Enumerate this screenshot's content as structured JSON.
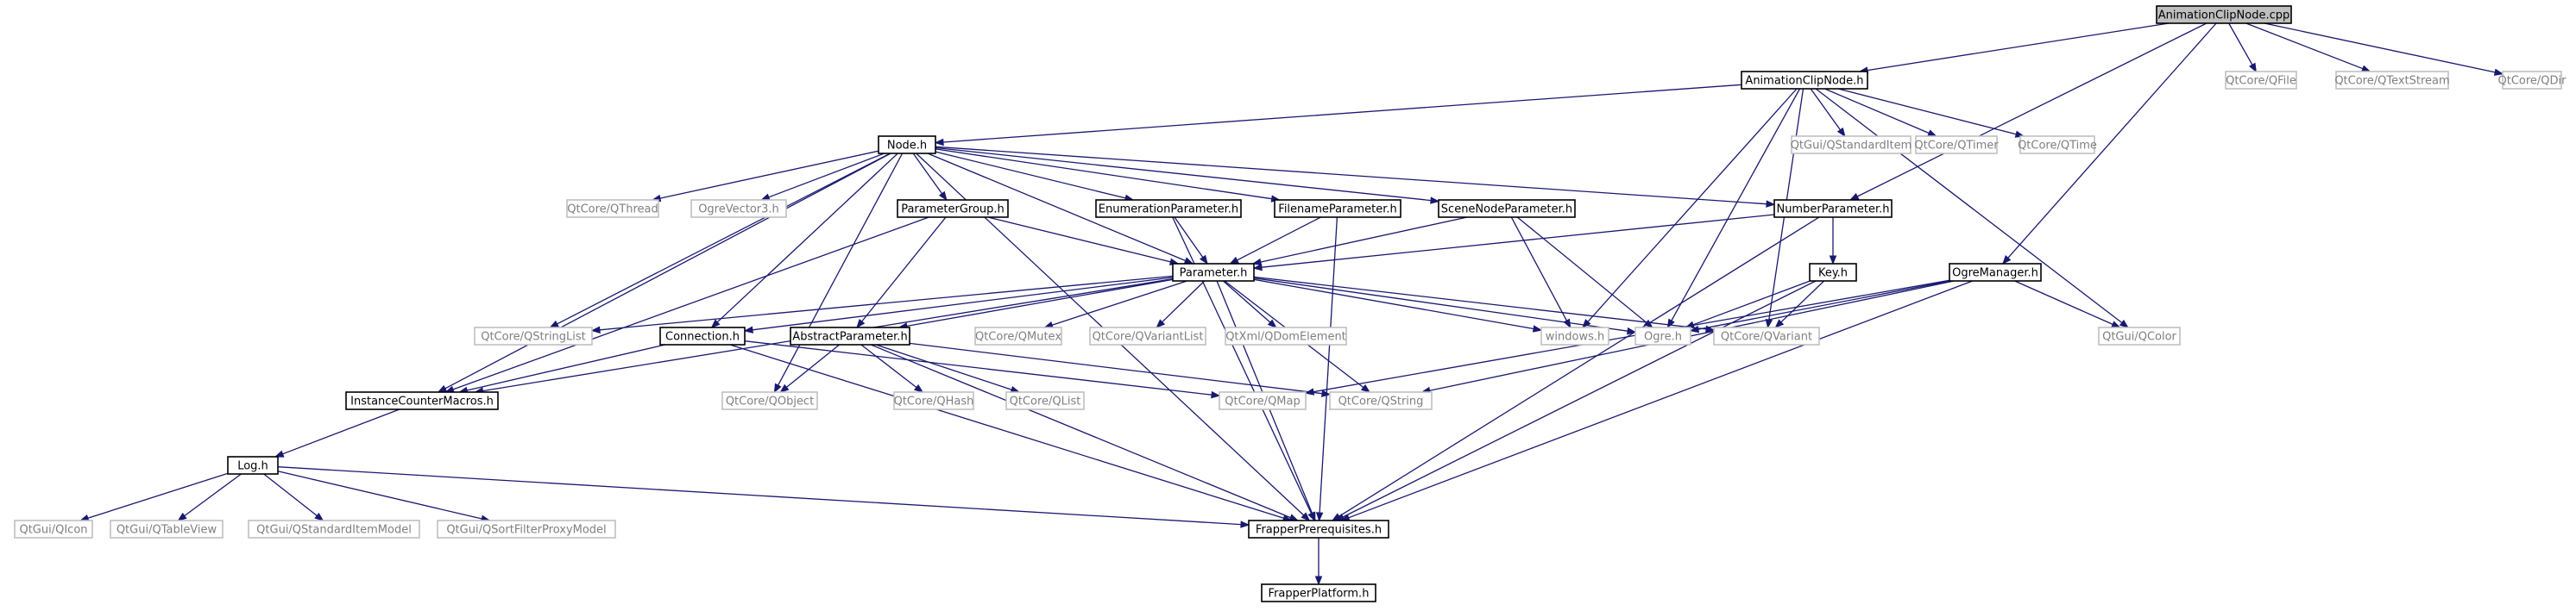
{
  "graph": {
    "nodes": [
      {
        "id": "AnimationClipNode.cpp",
        "label": "AnimationClipNode.cpp",
        "kind": "main"
      },
      {
        "id": "AnimationClipNode.h",
        "label": "AnimationClipNode.h",
        "kind": "local"
      },
      {
        "id": "QFile",
        "label": "QtCore/QFile",
        "kind": "ext"
      },
      {
        "id": "QTextStream",
        "label": "QtCore/QTextStream",
        "kind": "ext"
      },
      {
        "id": "QDir",
        "label": "QtCore/QDir",
        "kind": "ext"
      },
      {
        "id": "Node.h",
        "label": "Node.h",
        "kind": "local"
      },
      {
        "id": "QStandardItem",
        "label": "QtGui/QStandardItem",
        "kind": "ext"
      },
      {
        "id": "QTimer",
        "label": "QtCore/QTimer",
        "kind": "ext"
      },
      {
        "id": "QTime",
        "label": "QtCore/QTime",
        "kind": "ext"
      },
      {
        "id": "QThread",
        "label": "QtCore/QThread",
        "kind": "ext"
      },
      {
        "id": "OgreVector3.h",
        "label": "OgreVector3.h",
        "kind": "ext"
      },
      {
        "id": "ParameterGroup.h",
        "label": "ParameterGroup.h",
        "kind": "local"
      },
      {
        "id": "EnumerationParameter.h",
        "label": "EnumerationParameter.h",
        "kind": "local"
      },
      {
        "id": "FilenameParameter.h",
        "label": "FilenameParameter.h",
        "kind": "local"
      },
      {
        "id": "SceneNodeParameter.h",
        "label": "SceneNodeParameter.h",
        "kind": "local"
      },
      {
        "id": "NumberParameter.h",
        "label": "NumberParameter.h",
        "kind": "local"
      },
      {
        "id": "Parameter.h",
        "label": "Parameter.h",
        "kind": "local"
      },
      {
        "id": "Key.h",
        "label": "Key.h",
        "kind": "local"
      },
      {
        "id": "OgreManager.h",
        "label": "OgreManager.h",
        "kind": "local"
      },
      {
        "id": "QStringList",
        "label": "QtCore/QStringList",
        "kind": "ext"
      },
      {
        "id": "Connection.h",
        "label": "Connection.h",
        "kind": "local"
      },
      {
        "id": "AbstractParameter.h",
        "label": "AbstractParameter.h",
        "kind": "local"
      },
      {
        "id": "QMutex",
        "label": "QtCore/QMutex",
        "kind": "ext"
      },
      {
        "id": "QVariantList",
        "label": "QtCore/QVariantList",
        "kind": "ext"
      },
      {
        "id": "QDomElement",
        "label": "QtXml/QDomElement",
        "kind": "ext"
      },
      {
        "id": "windows.h",
        "label": "windows.h",
        "kind": "ext"
      },
      {
        "id": "Ogre.h",
        "label": "Ogre.h",
        "kind": "ext"
      },
      {
        "id": "QVariant",
        "label": "QtCore/QVariant",
        "kind": "ext"
      },
      {
        "id": "QColor",
        "label": "QtGui/QColor",
        "kind": "ext"
      },
      {
        "id": "InstanceCounterMacros.h",
        "label": "InstanceCounterMacros.h",
        "kind": "local"
      },
      {
        "id": "QObject",
        "label": "QtCore/QObject",
        "kind": "ext"
      },
      {
        "id": "QHash",
        "label": "QtCore/QHash",
        "kind": "ext"
      },
      {
        "id": "QList",
        "label": "QtCore/QList",
        "kind": "ext"
      },
      {
        "id": "QMap",
        "label": "QtCore/QMap",
        "kind": "ext"
      },
      {
        "id": "QString",
        "label": "QtCore/QString",
        "kind": "ext"
      },
      {
        "id": "Log.h",
        "label": "Log.h",
        "kind": "local"
      },
      {
        "id": "QIcon",
        "label": "QtGui/QIcon",
        "kind": "ext"
      },
      {
        "id": "QTableView",
        "label": "QtGui/QTableView",
        "kind": "ext"
      },
      {
        "id": "QStandardItemModel",
        "label": "QtGui/QStandardItemModel",
        "kind": "ext"
      },
      {
        "id": "QSortFilterProxyModel",
        "label": "QtGui/QSortFilterProxyModel",
        "kind": "ext"
      },
      {
        "id": "FrapperPrerequisites.h",
        "label": "FrapperPrerequisites.h",
        "kind": "local"
      },
      {
        "id": "FrapperPlatform.h",
        "label": "FrapperPlatform.h",
        "kind": "local"
      }
    ],
    "edges": [
      [
        "AnimationClipNode.cpp",
        "AnimationClipNode.h"
      ],
      [
        "AnimationClipNode.cpp",
        "QFile"
      ],
      [
        "AnimationClipNode.cpp",
        "QTextStream"
      ],
      [
        "AnimationClipNode.cpp",
        "QDir"
      ],
      [
        "AnimationClipNode.cpp",
        "NumberParameter.h"
      ],
      [
        "AnimationClipNode.cpp",
        "OgreManager.h"
      ],
      [
        "AnimationClipNode.h",
        "Node.h"
      ],
      [
        "AnimationClipNode.h",
        "QStandardItem"
      ],
      [
        "AnimationClipNode.h",
        "QTimer"
      ],
      [
        "AnimationClipNode.h",
        "QTime"
      ],
      [
        "AnimationClipNode.h",
        "QColor"
      ],
      [
        "AnimationClipNode.h",
        "windows.h"
      ],
      [
        "AnimationClipNode.h",
        "Ogre.h"
      ],
      [
        "AnimationClipNode.h",
        "QVariant"
      ],
      [
        "Node.h",
        "QThread"
      ],
      [
        "Node.h",
        "OgreVector3.h"
      ],
      [
        "Node.h",
        "ParameterGroup.h"
      ],
      [
        "Node.h",
        "EnumerationParameter.h"
      ],
      [
        "Node.h",
        "FilenameParameter.h"
      ],
      [
        "Node.h",
        "SceneNodeParameter.h"
      ],
      [
        "Node.h",
        "NumberParameter.h"
      ],
      [
        "Node.h",
        "Parameter.h"
      ],
      [
        "Node.h",
        "QStringList"
      ],
      [
        "Node.h",
        "Connection.h"
      ],
      [
        "Node.h",
        "InstanceCounterMacros.h"
      ],
      [
        "Node.h",
        "QObject"
      ],
      [
        "Node.h",
        "FrapperPrerequisites.h"
      ],
      [
        "ParameterGroup.h",
        "Parameter.h"
      ],
      [
        "ParameterGroup.h",
        "AbstractParameter.h"
      ],
      [
        "ParameterGroup.h",
        "InstanceCounterMacros.h"
      ],
      [
        "EnumerationParameter.h",
        "Parameter.h"
      ],
      [
        "EnumerationParameter.h",
        "FrapperPrerequisites.h"
      ],
      [
        "FilenameParameter.h",
        "Parameter.h"
      ],
      [
        "FilenameParameter.h",
        "FrapperPrerequisites.h"
      ],
      [
        "SceneNodeParameter.h",
        "Parameter.h"
      ],
      [
        "SceneNodeParameter.h",
        "windows.h"
      ],
      [
        "SceneNodeParameter.h",
        "Ogre.h"
      ],
      [
        "NumberParameter.h",
        "Parameter.h"
      ],
      [
        "NumberParameter.h",
        "Key.h"
      ],
      [
        "NumberParameter.h",
        "FrapperPrerequisites.h"
      ],
      [
        "Key.h",
        "Ogre.h"
      ],
      [
        "Key.h",
        "QVariant"
      ],
      [
        "Key.h",
        "FrapperPrerequisites.h"
      ],
      [
        "OgreManager.h",
        "Ogre.h"
      ],
      [
        "OgreManager.h",
        "QColor"
      ],
      [
        "OgreManager.h",
        "QMap"
      ],
      [
        "OgreManager.h",
        "QString"
      ],
      [
        "OgreManager.h",
        "FrapperPrerequisites.h"
      ],
      [
        "Parameter.h",
        "QStringList"
      ],
      [
        "Parameter.h",
        "Connection.h"
      ],
      [
        "Parameter.h",
        "AbstractParameter.h"
      ],
      [
        "Parameter.h",
        "QMutex"
      ],
      [
        "Parameter.h",
        "QVariantList"
      ],
      [
        "Parameter.h",
        "QDomElement"
      ],
      [
        "Parameter.h",
        "windows.h"
      ],
      [
        "Parameter.h",
        "Ogre.h"
      ],
      [
        "Parameter.h",
        "QVariant"
      ],
      [
        "Parameter.h",
        "InstanceCounterMacros.h"
      ],
      [
        "Parameter.h",
        "QString"
      ],
      [
        "Parameter.h",
        "FrapperPrerequisites.h"
      ],
      [
        "Connection.h",
        "InstanceCounterMacros.h"
      ],
      [
        "Connection.h",
        "QMap"
      ],
      [
        "Connection.h",
        "FrapperPrerequisites.h"
      ],
      [
        "AbstractParameter.h",
        "QObject"
      ],
      [
        "AbstractParameter.h",
        "QHash"
      ],
      [
        "AbstractParameter.h",
        "QList"
      ],
      [
        "AbstractParameter.h",
        "QString"
      ],
      [
        "AbstractParameter.h",
        "FrapperPrerequisites.h"
      ],
      [
        "InstanceCounterMacros.h",
        "Log.h"
      ],
      [
        "Log.h",
        "QIcon"
      ],
      [
        "Log.h",
        "QTableView"
      ],
      [
        "Log.h",
        "QStandardItemModel"
      ],
      [
        "Log.h",
        "QSortFilterProxyModel"
      ],
      [
        "Log.h",
        "FrapperPrerequisites.h"
      ],
      [
        "FrapperPrerequisites.h",
        "FrapperPlatform.h"
      ]
    ]
  }
}
